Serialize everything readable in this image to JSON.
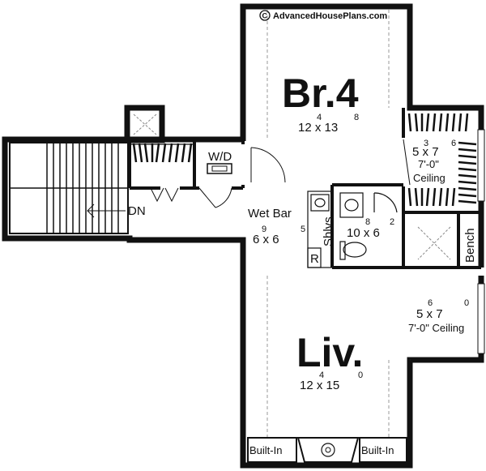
{
  "watermark": "AdvancedHousePlans.com",
  "rooms": {
    "br4": {
      "name": "Br.4",
      "w": "12",
      "w_sup": "4",
      "l": "13",
      "l_sup": "8"
    },
    "liv": {
      "name": "Liv.",
      "w": "12",
      "w_sup": "4",
      "l": "15",
      "l_sup": "0"
    },
    "closet_top": {
      "w": "5",
      "w_sup": "3",
      "l": "7",
      "l_sup": "6",
      "ceiling1": "7'-0\"",
      "ceiling2": "Ceiling"
    },
    "closet_bottom": {
      "w": "5",
      "w_sup": "6",
      "l": "7",
      "l_sup": "0",
      "ceiling": "7'-0\" Ceiling"
    },
    "bath": {
      "w": "10",
      "w_sup": "8",
      "l": "6",
      "l_sup": "2"
    },
    "wetbar": {
      "name": "Wet Bar",
      "w": "6",
      "w_sup": "9",
      "l": "6",
      "l_sup": "5"
    }
  },
  "labels": {
    "wd": "W/D",
    "dn": "DN",
    "shlvs": "Shlvs",
    "fridge": "R",
    "bench": "Bench",
    "builtin_left": "Built-In",
    "builtin_right": "Built-In"
  }
}
